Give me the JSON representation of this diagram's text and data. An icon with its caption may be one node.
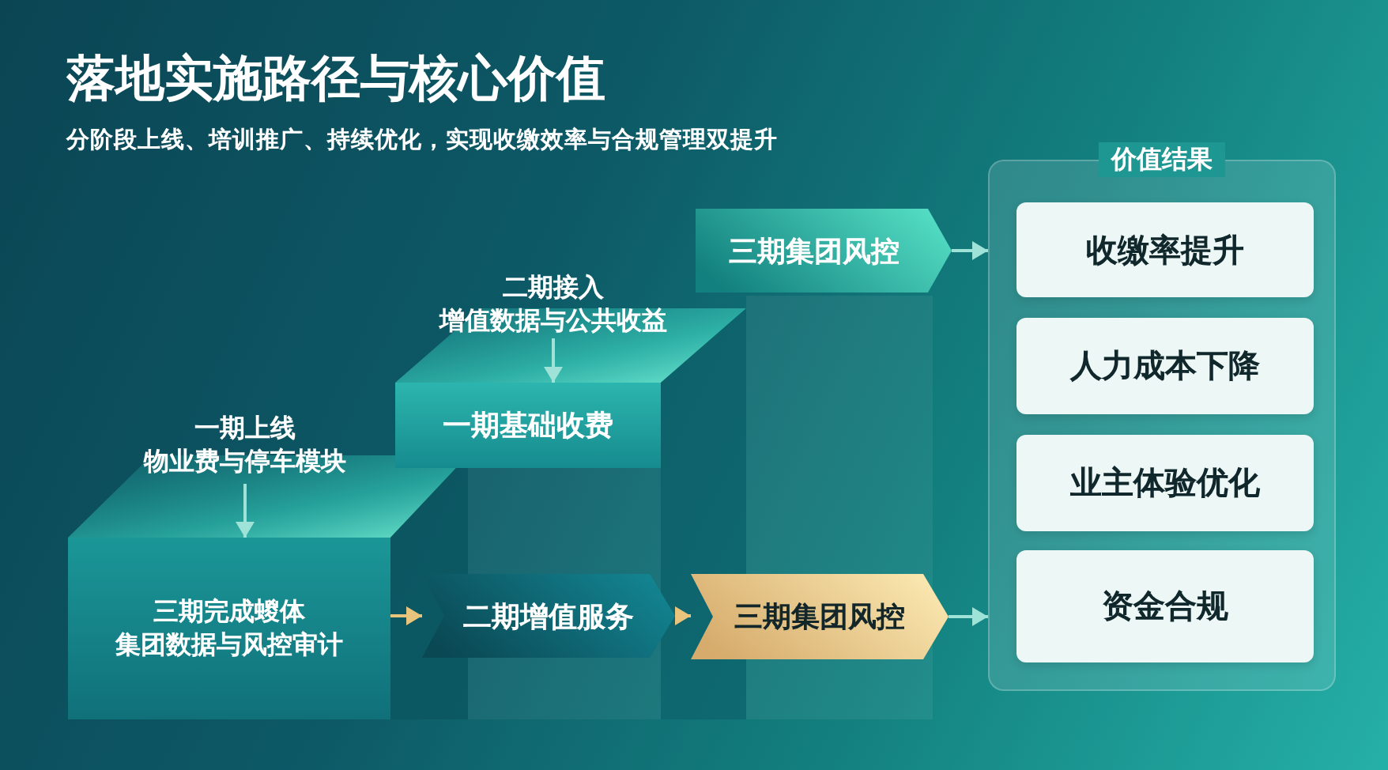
{
  "diagram": {
    "title": "落地实施路径与核心价值",
    "nodes": [
      {
        "text": [
          "一期上线",
          "物业费与停车模块"
        ]
      },
      {
        "text": [
          "三期完成蝬体",
          "集团数据与风控审计"
        ]
      },
      {
        "text": [
          "二期接入",
          "增值数据与公共收益"
        ]
      },
      {
        "text": [
          "一期基础收费"
        ]
      },
      {
        "text": [
          "三期集团风控"
        ]
      },
      {
        "text": [
          "二期增值服务"
        ]
      },
      {
        "text": [
          "三期集团风控"
        ]
      },
      {
        "text": [
          "价值结果"
        ]
      },
      {
        "text": [
          "收缴率提升"
        ],
        "in": 7
      },
      {
        "text": [
          "人力成本下降"
        ],
        "in": 7
      },
      {
        "text": [
          "业主体验优化"
        ],
        "in": 7
      },
      {
        "text": [
          "资金合规"
        ],
        "in": 7
      }
    ],
    "edges": [
      {
        "from": 0,
        "to": 1,
        "arrow": "to"
      },
      {
        "from": 2,
        "to": 3,
        "arrow": "to"
      },
      {
        "from": 1,
        "to": 5,
        "arrow": "to",
        "color": "#e8c47c"
      },
      {
        "from": 5,
        "to": 6,
        "arrow": "to",
        "color": "#e8c47c"
      },
      {
        "from": 6,
        "to": 7,
        "arrow": "to"
      },
      {
        "from": 4,
        "to": 7,
        "arrow": "to"
      }
    ],
    "labels": [
      "分阶段上线、培训推广、持续优化，实现收缴效率与合规管理双提升"
    ]
  }
}
